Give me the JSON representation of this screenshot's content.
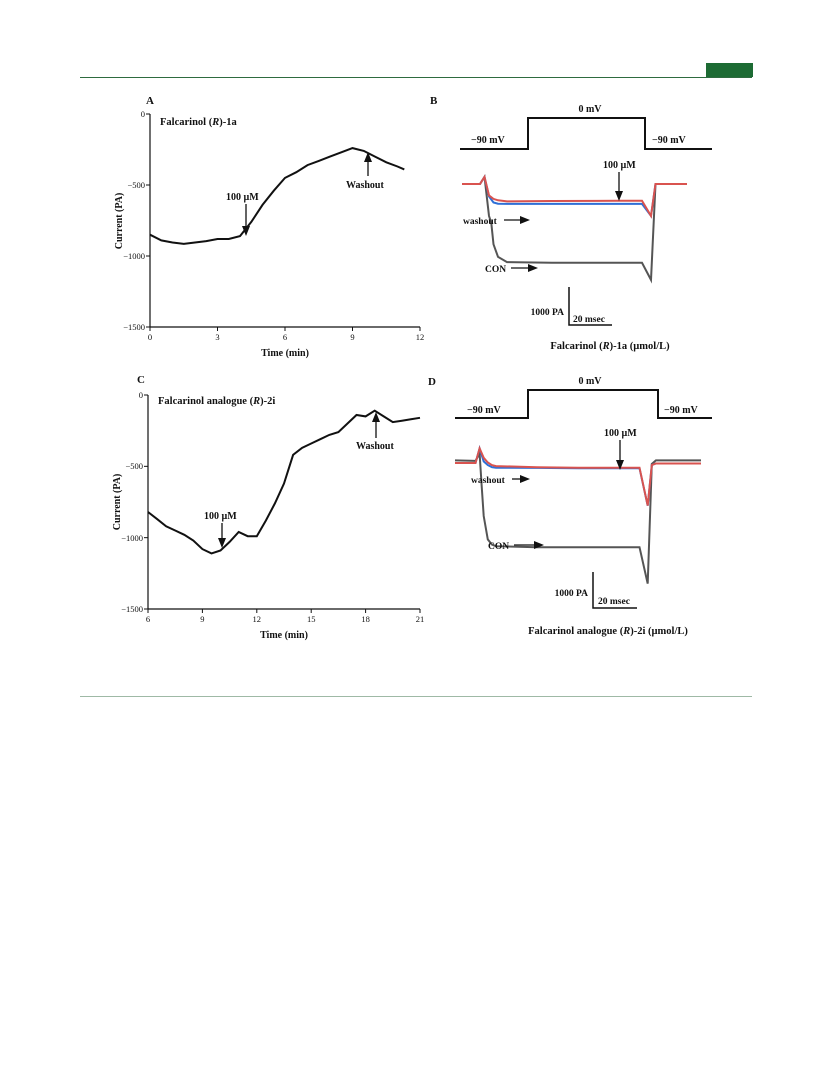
{
  "header": {
    "accent": "#1d6b34"
  },
  "figure": {
    "panelA": {
      "label": "A",
      "title_pre": "Falcarinol (",
      "title_it": "R",
      "title_post": ")-1a",
      "xlabel": "Time (min)",
      "ylabel": "Current (PA)",
      "xticks": [
        "0",
        "3",
        "6",
        "9",
        "12"
      ],
      "yticks": [
        "0",
        "−500",
        "−1000",
        "−1500"
      ],
      "ann_dose": "100 µM",
      "ann_wash": "Washout"
    },
    "panelB": {
      "label": "B",
      "v_hold_left": "−90 mV",
      "v_step": "0 mV",
      "v_hold_right": "−90 mV",
      "ann_dose": "100 µM",
      "ann_wash": "washout",
      "ann_con": "CON",
      "scale_current": "1000 PA",
      "scale_time": "20 msec",
      "cap_pre": "Falcarinol (",
      "cap_it": "R",
      "cap_post": ")-1a  (µmol/L)"
    },
    "panelC": {
      "label": "C",
      "title_pre": "Falcarinol analogue (",
      "title_it": "R",
      "title_post": ")-2i",
      "xlabel": "Time (min)",
      "ylabel": "Current (PA)",
      "xticks": [
        "6",
        "9",
        "12",
        "15",
        "18",
        "21"
      ],
      "yticks": [
        "0",
        "−500",
        "−1000",
        "−1500"
      ],
      "ann_dose": "100 µM",
      "ann_wash": "Washout"
    },
    "panelD": {
      "label": "D",
      "v_hold_left": "−90 mV",
      "v_step": "0 mV",
      "v_hold_right": "−90 mV",
      "ann_dose": "100 µM",
      "ann_wash": "washout",
      "ann_con": "CON",
      "scale_current": "1000 PA",
      "scale_time": "20 msec",
      "cap_pre": "Falcarinol analogue (",
      "cap_it": "R",
      "cap_post": ")-2i  (µmol/L)"
    },
    "colors": {
      "drug": "#d9534f",
      "washout": "#2f6fd6",
      "control": "#555555"
    }
  },
  "chart_data": [
    {
      "type": "line",
      "xlim": [
        0,
        12
      ],
      "ylim": [
        -1500,
        0
      ],
      "x": [
        0,
        0.5,
        1,
        1.5,
        2,
        2.5,
        3,
        3.5,
        4,
        4.5,
        5,
        5.5,
        6,
        6.5,
        7,
        7.5,
        8,
        8.5,
        9,
        9.5,
        10,
        10.5,
        11,
        11.3
      ],
      "y": [
        -850,
        -890,
        -905,
        -915,
        -905,
        -895,
        -880,
        -880,
        -860,
        -760,
        -640,
        -540,
        -450,
        -410,
        -360,
        -330,
        -300,
        -270,
        -240,
        -260,
        -300,
        -340,
        -370,
        -390
      ],
      "annotations": [
        {
          "text": "100 µM",
          "x": 4.3,
          "y": -850
        },
        {
          "text": "Washout",
          "x": 9.6,
          "y": -260
        }
      ]
    },
    {
      "type": "line",
      "xlim": [
        6,
        21
      ],
      "ylim": [
        -1500,
        0
      ],
      "x": [
        6,
        6.5,
        7,
        7.5,
        8,
        8.5,
        9,
        9.5,
        10,
        10.5,
        11,
        11.5,
        12,
        12.5,
        13,
        13.5,
        14,
        14.5,
        15,
        15.5,
        16,
        16.5,
        17,
        17.5,
        18,
        18.5,
        19,
        19.5,
        20,
        20.5,
        21
      ],
      "y": [
        -820,
        -870,
        -920,
        -950,
        -980,
        -1020,
        -1080,
        -1110,
        -1090,
        -1030,
        -960,
        -990,
        -990,
        -880,
        -760,
        -620,
        -420,
        -370,
        -340,
        -310,
        -280,
        -260,
        -200,
        -140,
        -150,
        -110,
        -150,
        -190,
        -180,
        -170,
        -160
      ],
      "annotations": [
        {
          "text": "100 µM",
          "x": 10.2,
          "y": -1100
        },
        {
          "text": "Washout",
          "x": 18.5,
          "y": -110
        }
      ]
    },
    {
      "type": "line",
      "x_unit": "ms",
      "y_unit": "PA",
      "series": [
        {
          "x": [
            0,
            8,
            10,
            12,
            14,
            16,
            20,
            40,
            60,
            70,
            80,
            84,
            86,
            88,
            100
          ],
          "y": [
            -500,
            -500,
            -300,
            -820,
            -920,
            -960,
            -990,
            -980,
            -975,
            -970,
            -970,
            -1400,
            -500,
            -500,
            -500
          ]
        },
        {
          "x": [
            0,
            8,
            10,
            12,
            14,
            16,
            20,
            40,
            60,
            70,
            80,
            84,
            86,
            88,
            100
          ],
          "y": [
            -500,
            -500,
            -300,
            -850,
            -1020,
            -1055,
            -1060,
            -1060,
            -1060,
            -1060,
            -1060,
            -1400,
            -500,
            -500,
            -500
          ]
        },
        {
          "x": [
            0,
            8,
            10,
            12,
            13,
            14,
            16,
            20,
            40,
            60,
            70,
            80,
            84,
            86,
            88,
            100
          ],
          "y": [
            -500,
            -500,
            -300,
            -1400,
            -1600,
            -2200,
            -2550,
            -2700,
            -2720,
            -2720,
            -2720,
            -2720,
            -3200,
            -500,
            -500,
            -500
          ]
        }
      ]
    },
    {
      "type": "line",
      "x_unit": "ms",
      "y_unit": "PA",
      "series": [
        {
          "x": [
            0,
            10,
            12,
            14,
            16,
            18,
            20,
            40,
            60,
            80,
            90,
            94,
            96,
            98,
            100,
            110,
            120
          ],
          "y": [
            -480,
            -480,
            -200,
            -380,
            -470,
            -520,
            -540,
            -560,
            -570,
            -570,
            -570,
            -1300,
            -520,
            -490,
            -490,
            -490,
            -490
          ]
        },
        {
          "x": [
            0,
            10,
            12,
            14,
            16,
            18,
            20,
            40,
            60,
            80,
            90,
            94,
            96,
            98,
            100,
            110,
            120
          ],
          "y": [
            -480,
            -480,
            -200,
            -450,
            -520,
            -560,
            -570,
            -575,
            -580,
            -580,
            -580,
            -1300,
            -520,
            -490,
            -490,
            -490,
            -490
          ]
        },
        {
          "x": [
            0,
            10,
            12,
            13,
            14,
            16,
            18,
            20,
            40,
            60,
            80,
            90,
            94,
            96,
            98,
            110,
            120
          ],
          "y": [
            -430,
            -440,
            -300,
            -900,
            -1500,
            -1950,
            -2050,
            -2080,
            -2100,
            -2100,
            -2100,
            -2100,
            -2800,
            -500,
            -430,
            -430,
            -430
          ]
        }
      ]
    }
  ]
}
